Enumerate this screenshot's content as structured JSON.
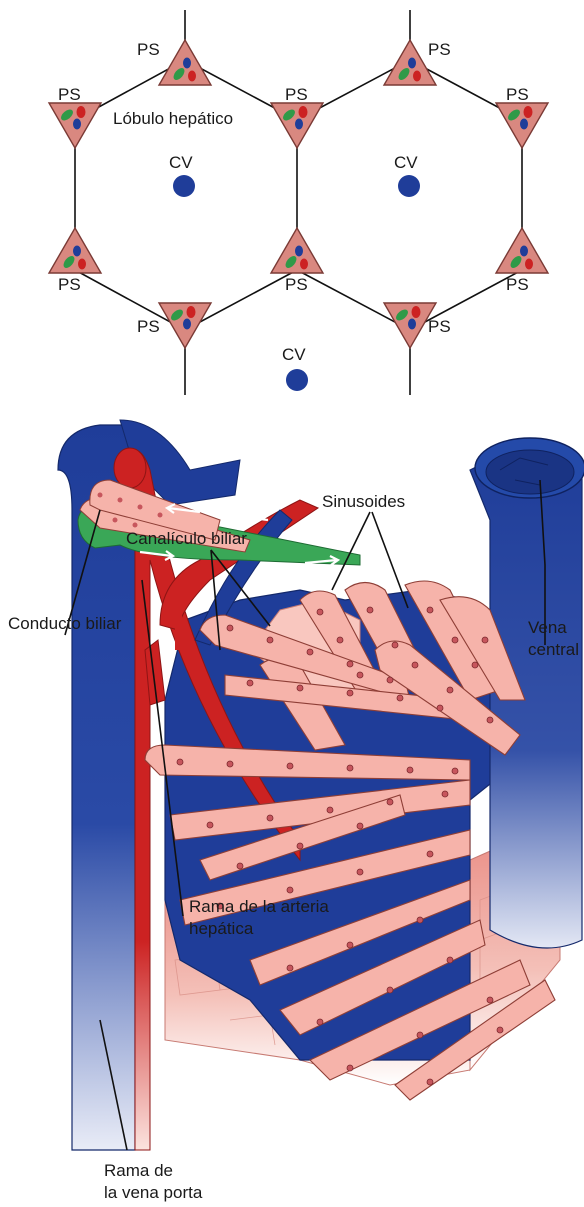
{
  "top_diagram": {
    "portal_label": "PS",
    "central_vein_label": "CV",
    "lobule_label": "Lóbulo hepático"
  },
  "bottom_diagram": {
    "sinusoids_label": "Sinusoides",
    "canaliculus_label": "Canalículo biliar",
    "bile_duct_label": "Conducto biliar",
    "central_vein_label": {
      "line1": "Vena",
      "line2": "central"
    },
    "hepatic_artery_label": {
      "line1": "Rama de la arteria",
      "line2": "hepática"
    },
    "portal_vein_label": {
      "line1": "Rama de",
      "line2": "la vena porta"
    }
  },
  "colors": {
    "vein_blue": "#1f3d99",
    "artery_red": "#cc2222",
    "hepatocyte_pink": "#f6b3aa",
    "bile_green": "#3aa757",
    "portal_triad_fill": "#d98880"
  }
}
